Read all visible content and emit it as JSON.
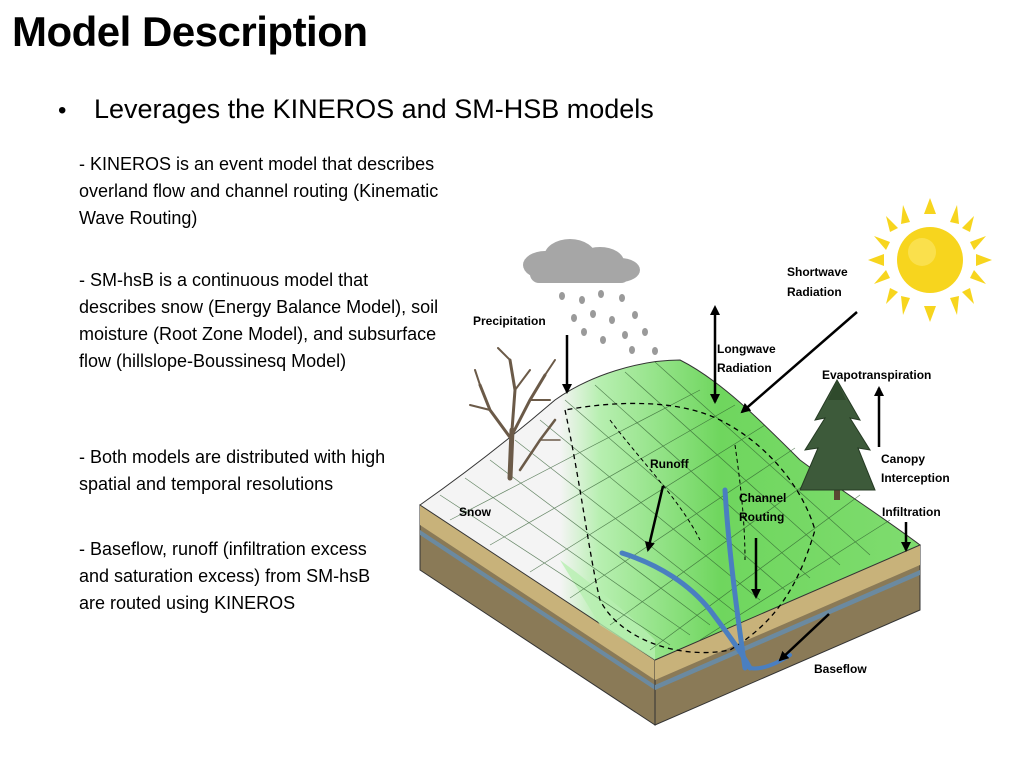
{
  "slide": {
    "title": "Model Description",
    "bullet": "Leverages the KINEROS and SM-HSB models",
    "paragraphs": {
      "p1": "- KINEROS is an event model that describes overland flow and channel routing (Kinematic Wave Routing)",
      "p2": "- SM-hsB is a continuous model that describes snow (Energy Balance Model), soil moisture (Root Zone Model), and  subsurface flow (hillslope-Boussinesq Model)",
      "p3": "- Both models are distributed with high spatial and temporal resolutions",
      "p4": "- Baseflow, runoff (infiltration excess and saturation excess) from SM-hsB are routed using KINEROS"
    }
  },
  "diagram": {
    "labels": {
      "shortwave_1": "Shortwave",
      "shortwave_2": "Radiation",
      "precipitation": "Precipitation",
      "longwave_1": "Longwave",
      "longwave_2": "Radiation",
      "evapotranspiration": "Evapotranspiration",
      "runoff": "Runoff",
      "canopy_1": "Canopy",
      "canopy_2": "Interception",
      "channel_1": "Channel",
      "channel_2": "Routing",
      "snow": "Snow",
      "infiltration": "Infiltration",
      "baseflow": "Baseflow"
    },
    "colors": {
      "grass_light": "#b7efb0",
      "grass_mid": "#7fdc6f",
      "grass_dark": "#4bb83b",
      "snow": "#f4f4f4",
      "soil_top": "#c8b27a",
      "soil_deep": "#8a7a57",
      "water": "#4a7fc0",
      "sun": "#f7d51e",
      "cloud": "#a6a6a6"
    }
  }
}
